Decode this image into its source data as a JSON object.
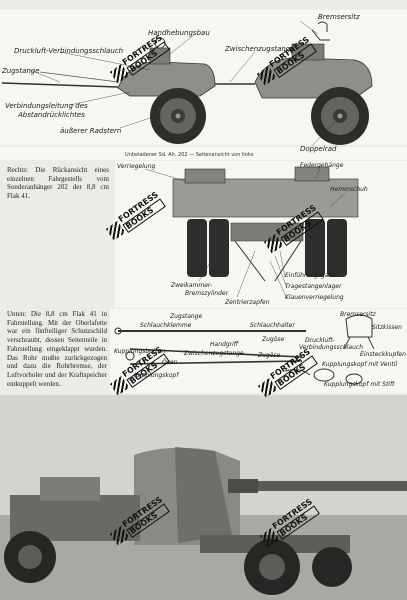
{
  "figure1": {
    "labels": {
      "handhebung": "Handhebungsbau",
      "bremsersitz": "Bremsersitz",
      "druckluft": "Druckluft-Verbindungsschlauch",
      "zwischenzug": "Zwischenzugstange",
      "zugstange": "Zugstange",
      "verbindung1": "Verbindungsleitung des",
      "verbindung2": "Abstandrücklichtes",
      "radstern": "äußerer Radstern",
      "doppelrad": "Doppelrad"
    },
    "caption": "Unbeladener Sd. Ah. 202 — Seitenansicht von links"
  },
  "figure2": {
    "caption_text": "Rechts: Die Rückansicht eines einzelnen Fahrgestells vom Sonderanhänger 202 der 8,8 cm Flak 41.",
    "labels": {
      "verriegelung": "Verriegelung",
      "federgehaenge": "Federgehänge",
      "hemmschuh": "Hemmschuh",
      "zweikammer1": "Zweikammer-",
      "zweikammer2": "Bremszylinder",
      "zentrier": "Zentrierzapfen",
      "einfuehrung": "Einführungsgabel",
      "tragestangen": "Tragestangenlager",
      "klauen": "Klauenverriegelung"
    }
  },
  "figure3": {
    "caption_text": "Unten: Die 8,8 cm Flak 41 in Fahrstellung. Mit der Oberlafette war ein fünfteiliger Schutzschild verschraubt, dessen Seitenteile in Fahrstellung eingeklappt wurden. Das Rohr mußte zurückgezogen und dazu die Rohrbremse, der Luftvorholer und der Kraftspeicher entkuppelt werden.",
    "labels": {
      "bremsersitz": "Bremsersitz",
      "sitzkissen": "Sitzkissen",
      "zugstange": "Zugstange",
      "schlauchklemme": "Schlauchklemme",
      "schlauchhalter": "Schlauchhalter",
      "kupplungsbolzen": "Kupplungsbolzen",
      "handgriff": "Handgriff",
      "zugose_top": "Zugöse",
      "druckluft1": "Druckluft-",
      "druckluft2": "Verbindungsschlauch",
      "zwischenzug": "Zwischenzugstange",
      "einsteck": "Einsteckkupfen",
      "osen": "Ösen",
      "zugose_mid": "Zugöse",
      "kupplungskopf": "Kupplungskopf",
      "ventil": "Kupplungskopf mit Ventil",
      "stift": "Kupplungskopf mit Stift"
    }
  },
  "watermark": {
    "line1": "FORTRESS",
    "line2": "BOOKS"
  }
}
